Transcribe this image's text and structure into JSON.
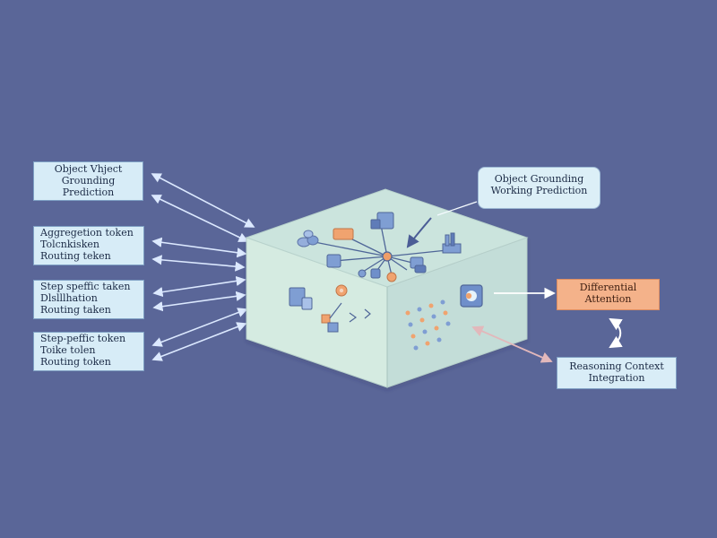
{
  "colors": {
    "background": "#5a6698",
    "box_fill": "#d7ecf7",
    "box_border": "#7fa0c4",
    "cube_front": "#d5ebe1",
    "cube_top": "#cbe4dd",
    "cube_right": "#c3ddd8",
    "accent_orange": "#f4b28a",
    "accent_blue": "#7f9ed3",
    "arrow_light": "#d8e8ff",
    "arrow_pink": "#e2b8bb"
  },
  "left_panel": {
    "object_box": {
      "lines": [
        "Object Vhject",
        "Grounding",
        "Prediction"
      ]
    },
    "aggregation_box": {
      "lines": [
        "Aggregetion token",
        "Tolcnkisken",
        "Routing teken"
      ]
    },
    "distillation_box": {
      "lines": [
        "Step speffic taken",
        "Dlslllhation",
        "Routing taken"
      ]
    },
    "step_box": {
      "lines": [
        "Step-peffic token",
        "Toike tolen",
        "Routing token"
      ]
    }
  },
  "callouts": {
    "object_prediction": {
      "lines": [
        "Object Grounding",
        "Working Prediction"
      ]
    }
  },
  "right_panel": {
    "attention": {
      "lines": [
        "Differential",
        "Attention"
      ]
    },
    "reasoning": {
      "lines": [
        "Reasoning Context",
        "Integration"
      ]
    }
  }
}
